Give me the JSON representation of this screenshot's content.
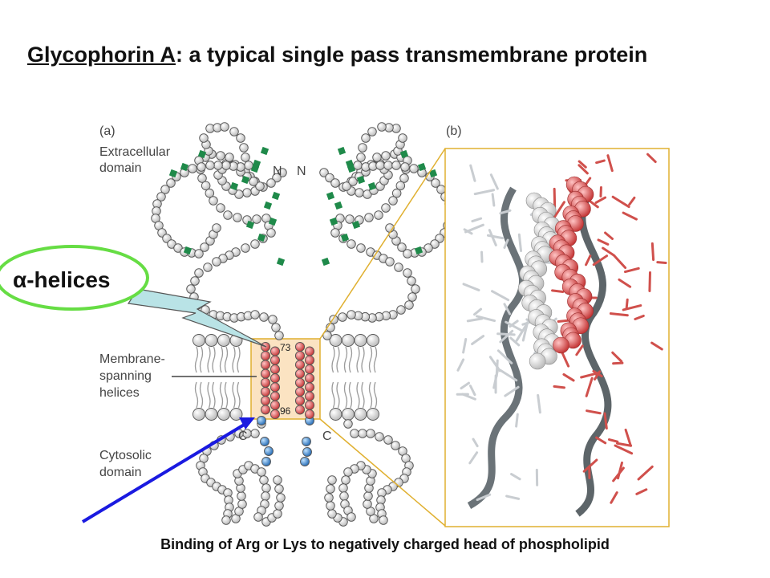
{
  "title": {
    "underlined": "Glycophorin A",
    "rest": ": a typical single pass transmembrane protein"
  },
  "panels": {
    "a": "(a)",
    "b": "(b)"
  },
  "labels": {
    "extracellular_line1": "Extracellular",
    "extracellular_line2": "domain",
    "membrane_line1": "Membrane-",
    "membrane_line2": "spanning",
    "membrane_line3": "helices",
    "cytosolic_line1": "Cytosolic",
    "cytosolic_line2": "domain",
    "n_left": "N",
    "n_right": "N",
    "c_left": "C",
    "c_right": "C",
    "res_73": "73",
    "res_96": "96"
  },
  "callout": {
    "symbol": "α",
    "text": "-helices"
  },
  "caption": "Binding of Arg or Lys to negatively charged head of phospholipid",
  "colors": {
    "bead": "#e6e6e6",
    "helix_bead": "#e06060",
    "basic_bead": "#3f8fd6",
    "sugar": "#1f8a4a",
    "membrane_box": "#fbe3c2",
    "frame": "#e0b030",
    "callout_ring": "#66dd44",
    "bolt": "#b9e3e6",
    "arrow": "#1a1ae0"
  }
}
